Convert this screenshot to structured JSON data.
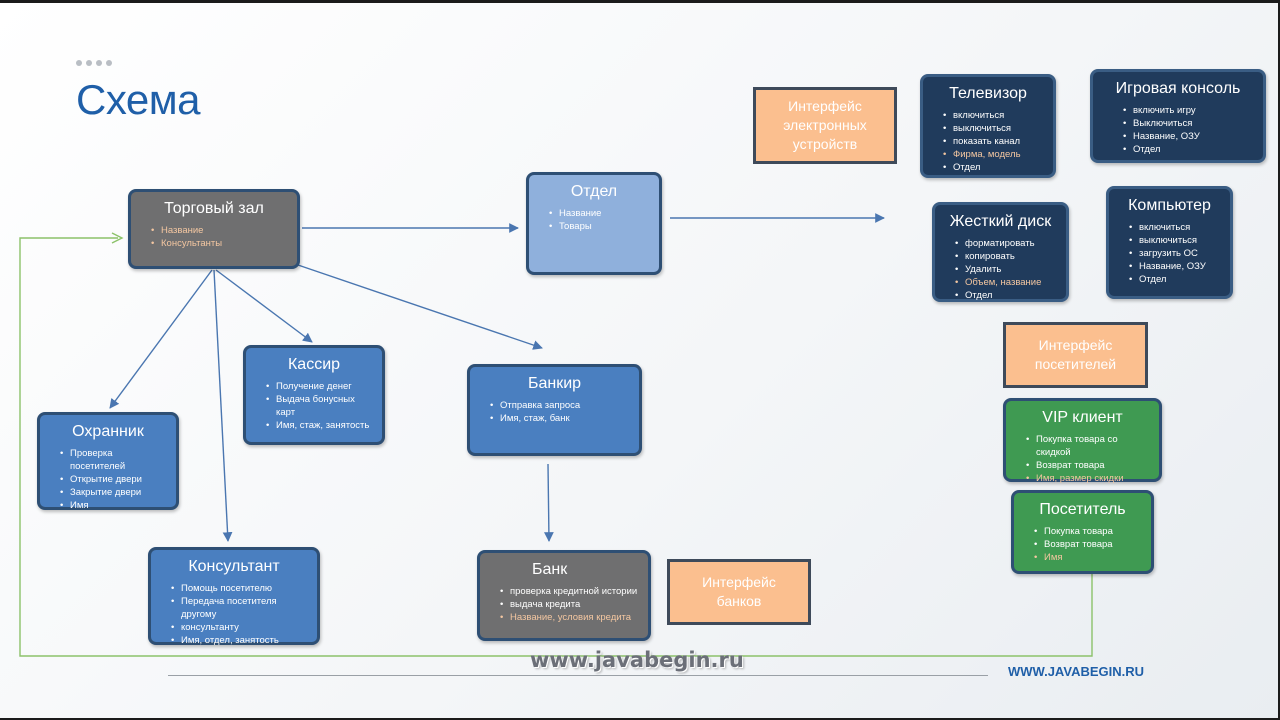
{
  "slide": {
    "title": "Схема",
    "watermark": "www.javabegin.ru",
    "footer_url": "WWW.JAVABEGIN.RU"
  },
  "colors": {
    "box_blue": "#4a7fc0",
    "box_grey": "#6f6f70",
    "box_light": "#8fb0dc",
    "box_navy": "#203b5c",
    "box_green": "#3f9a52",
    "interface_orange": "#fbbf8f",
    "arrow": "#4a76b0",
    "feedback_line": "#8cc26a"
  },
  "boxes": {
    "trade_hall": {
      "title": "Торговый зал",
      "items": [
        "Название",
        "Консультанты"
      ]
    },
    "department": {
      "title": "Отдел",
      "items": [
        "Название",
        "Товары"
      ]
    },
    "cashier": {
      "title": "Кассир",
      "items": [
        "Получение денег",
        "Выдача бонусных карт",
        "Имя,  стаж, занятость"
      ]
    },
    "guard": {
      "title": "Охранник",
      "items": [
        "Проверка посетителей",
        "Открытие двери",
        "Закрытие двери",
        "Имя"
      ]
    },
    "consultant": {
      "title": "Консультант",
      "items": [
        "Помощь посетителю",
        "Передача посетителя другому",
        "консультанту",
        "Имя, отдел, занятость"
      ]
    },
    "banker": {
      "title": "Банкир",
      "items": [
        "Отправка запроса",
        "Имя,  стаж, банк"
      ]
    },
    "bank": {
      "title": "Банк",
      "items": [
        "проверка кредитной истории",
        "выдача кредита",
        "Название, условия кредита"
      ]
    },
    "tv": {
      "title": "Телевизор",
      "items": [
        "включиться",
        "выключиться",
        "показать канал",
        "Фирма, модель",
        "Отдел"
      ]
    },
    "console": {
      "title": "Игровая консоль",
      "items": [
        "включить игру",
        "Выключиться",
        "Название, ОЗУ",
        "Отдел"
      ]
    },
    "hdd": {
      "title": "Жесткий диск",
      "items": [
        "форматировать",
        "копировать",
        "Удалить",
        "Объем, название",
        "Отдел"
      ]
    },
    "computer": {
      "title": "Компьютер",
      "items": [
        "включиться",
        "выключиться",
        "загрузить ОС",
        "Название, ОЗУ",
        "Отдел"
      ]
    },
    "vip": {
      "title": "VIP клиент",
      "items": [
        "Покупка товара со скидкой",
        "Возврат товара",
        "Имя, размер скидки"
      ]
    },
    "visitor": {
      "title": "Посетитель",
      "items": [
        "Покупка товара",
        "Возврат товара",
        "Имя"
      ]
    }
  },
  "interfaces": {
    "electronics": "Интерфейс\nэлектронных\nустройств",
    "visitors": "Интерфейс\nпосетителей",
    "banks": "Интерфейс\nбанков"
  }
}
